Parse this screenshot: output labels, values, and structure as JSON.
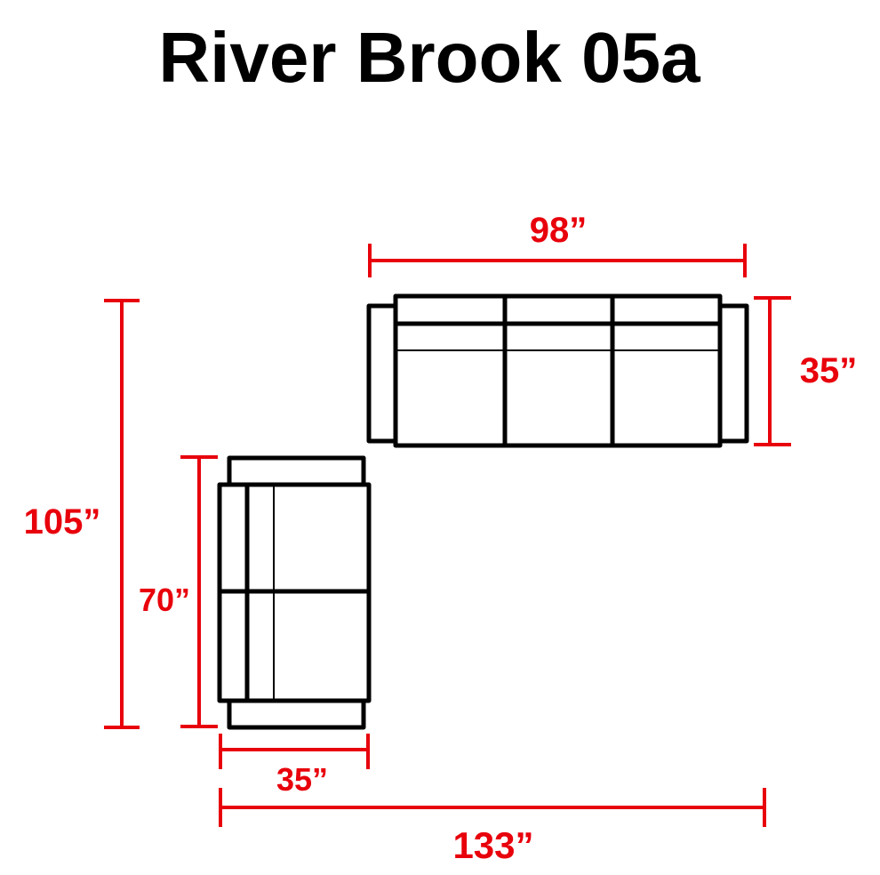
{
  "title": "River Brook 05a",
  "colors": {
    "dimension": "#e8000b",
    "outline": "#000000"
  },
  "dimensions": {
    "sofa_width": "98”",
    "sofa_depth": "35”",
    "total_depth": "105”",
    "loveseat_length": "70”",
    "loveseat_depth": "35”",
    "total_width": "133”"
  }
}
